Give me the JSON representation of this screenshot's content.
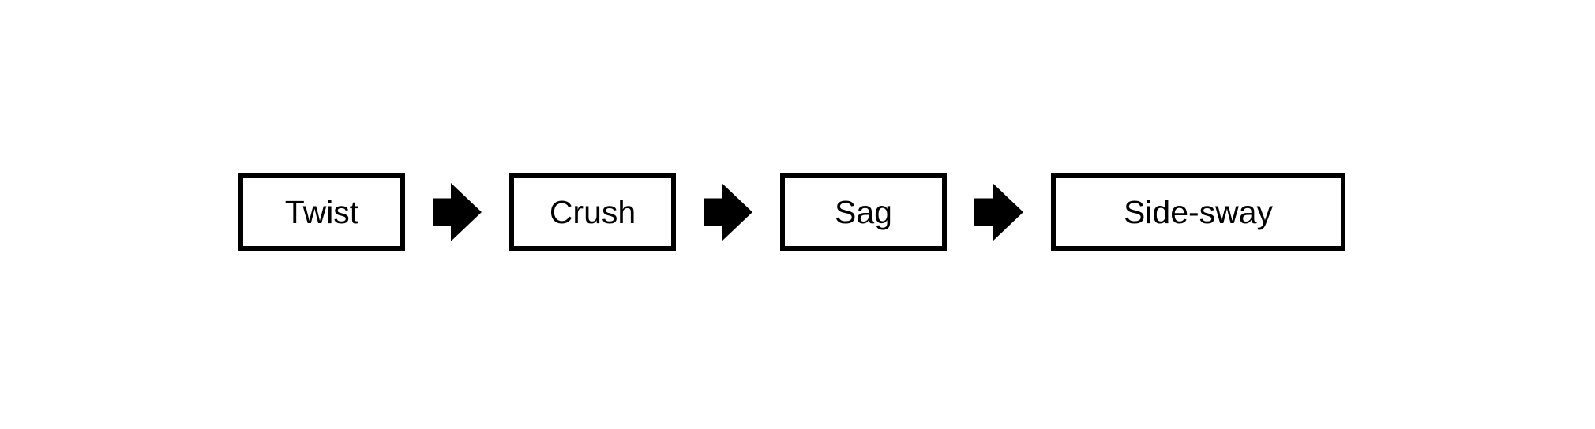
{
  "colors": {
    "background": "#ffffff",
    "ink": "#000000",
    "box-fill": "#ffffff"
  },
  "flow": {
    "nodes": [
      {
        "label": "Twist"
      },
      {
        "label": "Crush"
      },
      {
        "label": "Sag"
      },
      {
        "label": "Side-sway"
      }
    ],
    "connector_icon": "arrow-right"
  }
}
